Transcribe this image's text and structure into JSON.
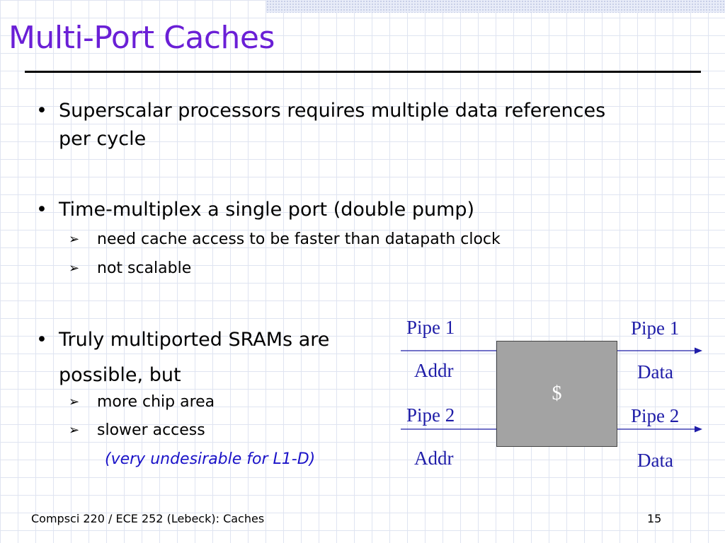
{
  "slide": {
    "title": "Multi-Port Caches",
    "bullets": [
      {
        "text_line1": "Superscalar processors requires multiple data references",
        "text_line2": "per cycle"
      },
      {
        "text": "Time-multiplex a single port (double pump)",
        "subs": [
          "need cache access to be faster than datapath clock",
          "not scalable"
        ]
      },
      {
        "text_line1": "Truly multiported SRAMs are",
        "text_line2": "possible, but",
        "subs": [
          "more chip area",
          "slower access"
        ],
        "note": "(very undesirable for L1-D)"
      }
    ]
  },
  "diagram": {
    "cache_label": "$",
    "left": {
      "pipe1": "Pipe 1",
      "addr1": "Addr",
      "pipe2": "Pipe 2",
      "addr2": "Addr"
    },
    "right": {
      "pipe1": "Pipe 1",
      "data1": "Data",
      "pipe2": "Pipe 2",
      "data2": "Data"
    },
    "colors": {
      "label": "#1f1da8",
      "box_fill": "#a3a3a3"
    }
  },
  "footer": {
    "course": "Compsci 220 / ECE 252 (Lebeck): Caches",
    "page": "15"
  },
  "colors": {
    "title": "#6a1fd6",
    "note": "#1a12c8"
  }
}
